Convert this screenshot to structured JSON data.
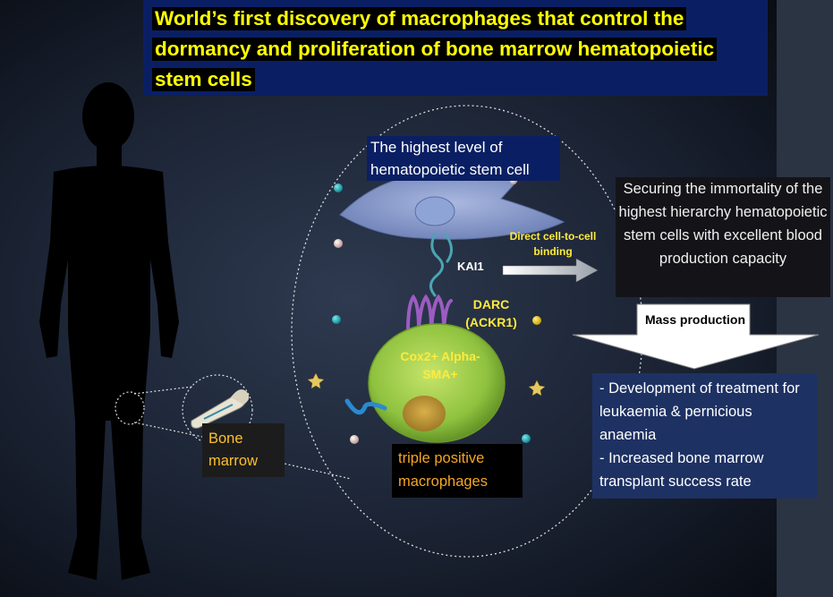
{
  "title": "World’s first discovery of macrophages that control the dormancy and proliferation of bone marrow hematopoietic stem cells",
  "hsc_label": "The highest level of hematopoietic stem cell",
  "direct_binding": "Direct cell-to-cell binding",
  "kai1": "KAI1",
  "darc": "DARC (ACKR1)",
  "macrophage_markers": "Cox2+ Alpha-SMA+",
  "outcome": "Securing the immortality of the highest hierarchy hematopoietic stem cells with excellent blood production capacity",
  "mass_production": "Mass production",
  "benefits": [
    "- Development of treatment for leukaemia & pernicious anaemia",
    "- Increased bone marrow transplant success rate"
  ],
  "bone_marrow": "Bone marrow",
  "macrophage_label": "triple positive macrophages",
  "colors": {
    "title_text": "#ffff00",
    "title_box": "#0a1f63",
    "annotation_yellow": "#ffeb3b",
    "bone_label": "#fbc02d",
    "macrophage_label": "#f5a623",
    "stem_cell": "#7f93c6",
    "macrophage_cell": "#8fc23f",
    "darc_receptor": "#9c5cc2",
    "kai1_strand": "#4aa5b2",
    "benefits_box": "#1e3163"
  }
}
